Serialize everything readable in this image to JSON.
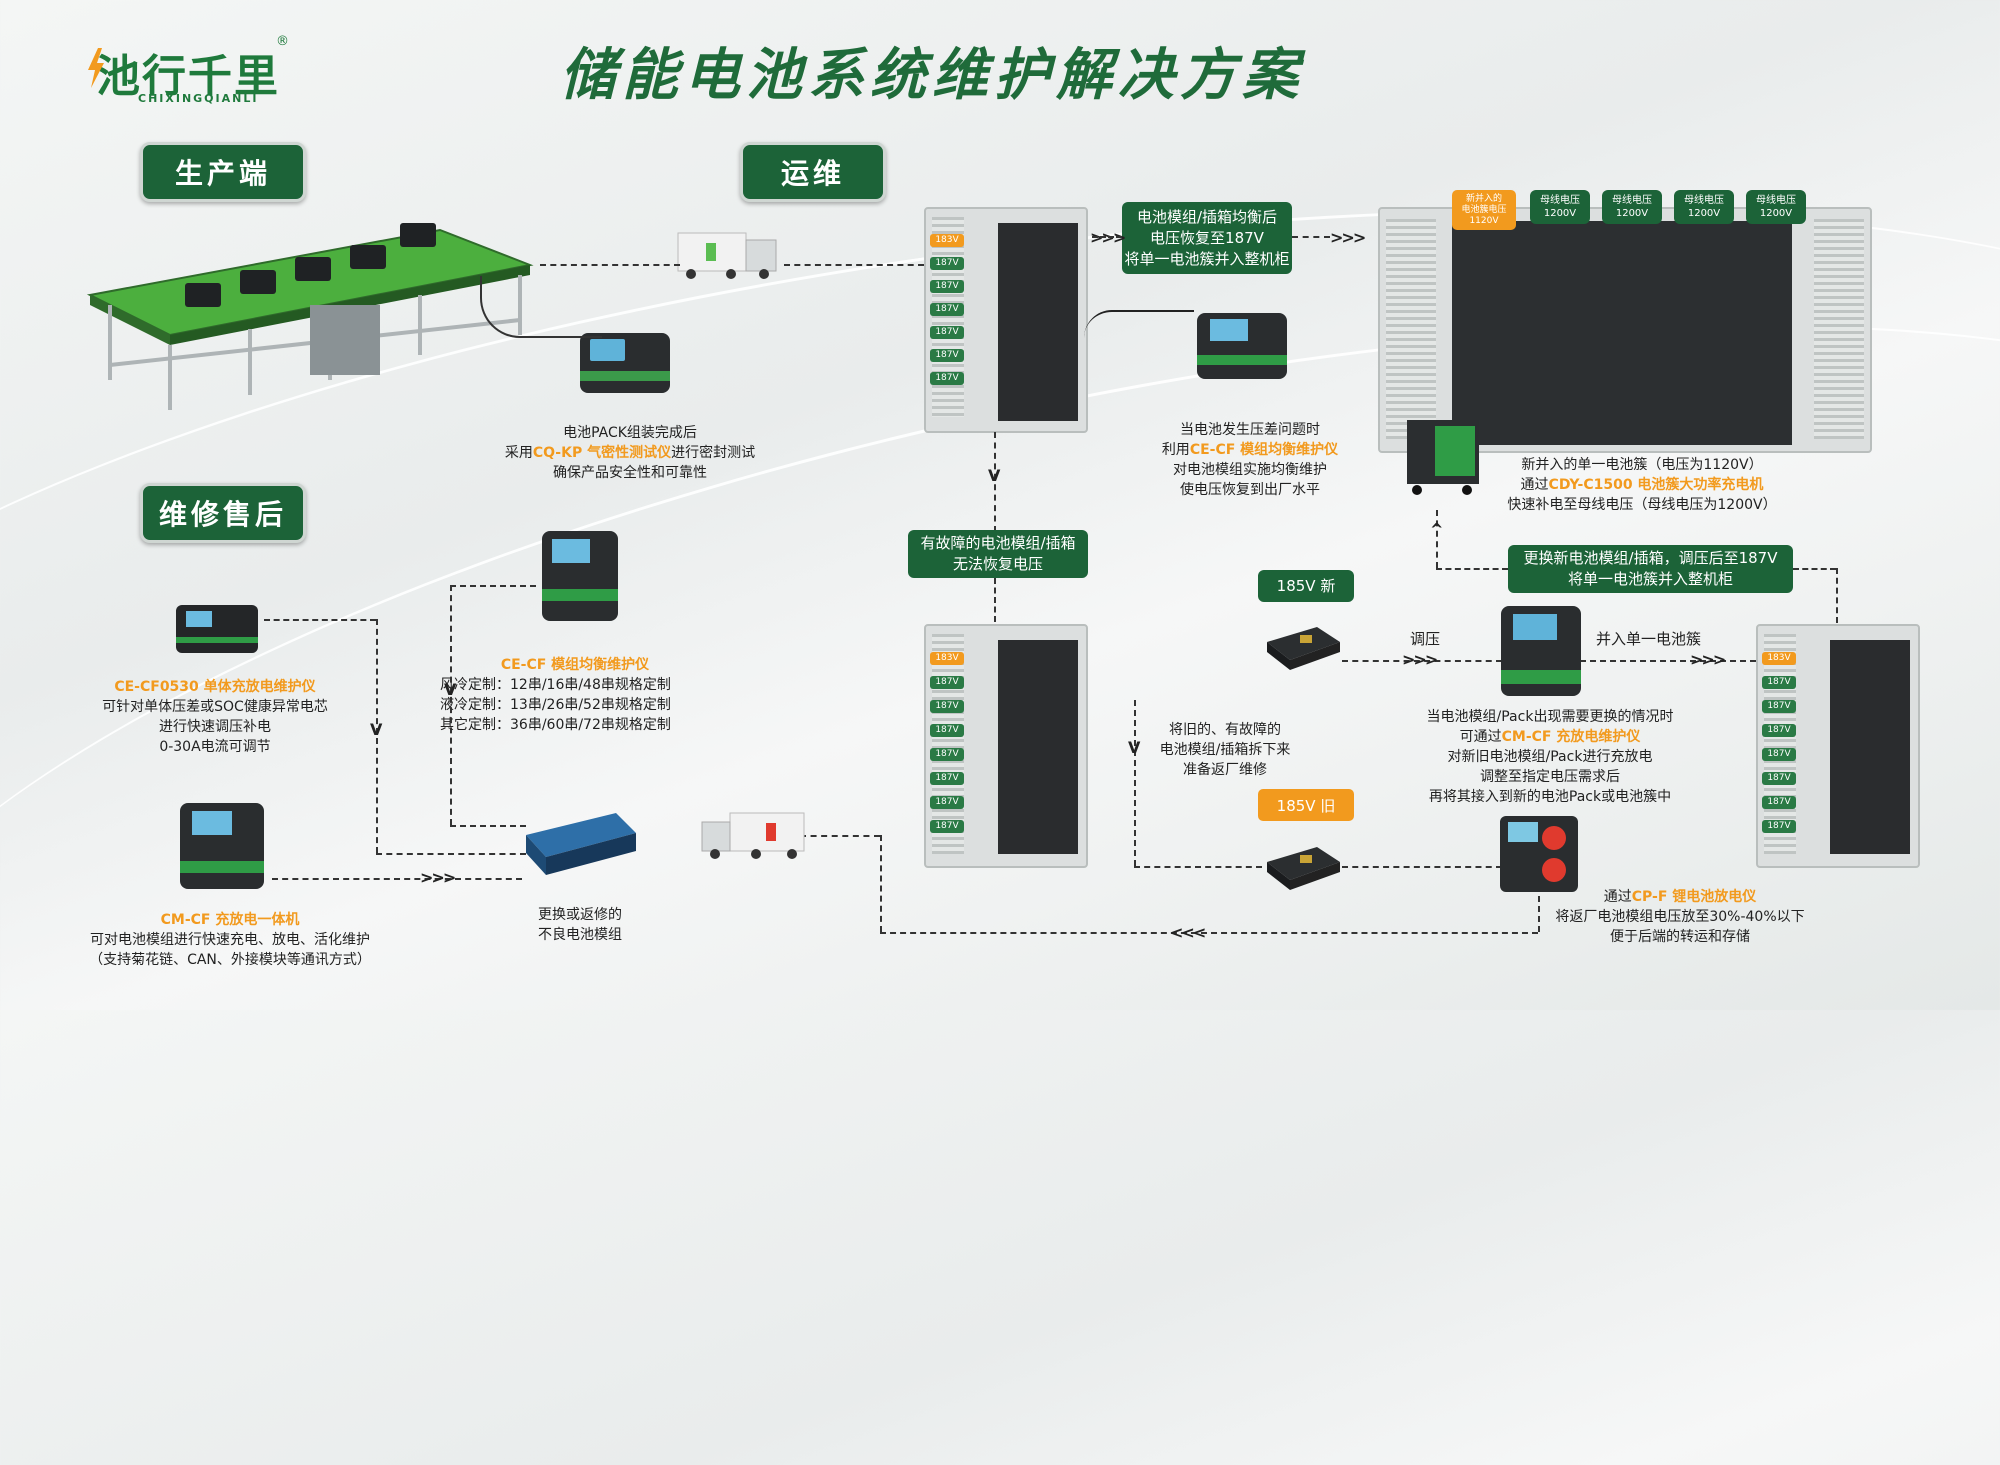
{
  "logo": {
    "main": "池行千里",
    "sub": "CHIXINGQIANLI",
    "reg": "®"
  },
  "title": "储能电池系统维护解决方案",
  "sections": {
    "production": "生产端",
    "om": "运维",
    "aftersales": "维修售后"
  },
  "production": {
    "desc_l1": "电池PACK组装完成后",
    "desc_l2_pre": "采用",
    "desc_l2_hl": "CQ-KP 气密性测试仪",
    "desc_l2_post": "进行密封测试",
    "desc_l3": "确保产品安全性和可靠性"
  },
  "om_top_box": {
    "l1": "电池模组/插箱均衡后",
    "l2": "电压恢复至187V",
    "l3": "将单一电池簇并入整机柜"
  },
  "om_ce_cf": {
    "l1": "当电池发生压差问题时",
    "l2_pre": "利用",
    "l2_hl": "CE-CF 模组均衡维护仪",
    "l3": "对电池模组实施均衡维护",
    "l4": "使电压恢复到出厂水平"
  },
  "big_cabinet": {
    "labels": [
      "新并入的\n电池簇电压\n1120V",
      "母线电压\n1200V",
      "母线电压\n1200V",
      "母线电压\n1200V",
      "母线电压\n1200V"
    ]
  },
  "cdy": {
    "l1": "新并入的单一电池簇（电压为1120V）",
    "l2_pre": "通过",
    "l2_hl": "CDY-C1500 电池簇大功率充电机",
    "l3": "快速补电至母线电压（母线电压为1200V）"
  },
  "fault_box": {
    "l1": "有故障的电池模组/插箱",
    "l2": "无法恢复电压"
  },
  "replace_box": {
    "l1": "更换新电池模组/插箱，调压后至187V",
    "l2": "将单一电池簇并入整机柜"
  },
  "new_tag": "185V 新",
  "old_tag": "185V 旧",
  "adjust_label": "调压",
  "merge_label": "并入单一电池簇",
  "remove_desc": {
    "l1": "将旧的、有故障的",
    "l2": "电池模组/插箱拆下来",
    "l3": "准备返厂维修"
  },
  "pack_desc": {
    "l1": "当电池模组/Pack出现需要更换的情况时",
    "l2_pre": "可通过",
    "l2_hl": "CM-CF 充放电维护仪",
    "l3": "对新旧电池模组/Pack进行充放电",
    "l4": "调整至指定电压需求后",
    "l5": "再将其接入到新的电池Pack或电池簇中"
  },
  "cpf_desc": {
    "l1_pre": "通过",
    "l1_hl": "CP-F 锂电池放电仪",
    "l2": "将返厂电池模组电压放至30%-40%以下",
    "l3": "便于后端的转运和存储"
  },
  "ce_cf0530": {
    "name": "CE-CF0530 单体充放电维护仪",
    "l1": "可针对单体压差或SOC健康异常电芯",
    "l2": "进行快速调压补电",
    "l3": "0-30A电流可调节"
  },
  "ce_cf_mod": {
    "name": "CE-CF 模组均衡维护仪",
    "l1": "风冷定制：12串/16串/48串规格定制",
    "l2": "液冷定制：13串/26串/52串规格定制",
    "l3": "其它定制：36串/60串/72串规格定制"
  },
  "cm_cf": {
    "name": "CM-CF 充放电一体机",
    "l1": "可对电池模组进行快速充电、放电、活化维护",
    "l2": "（支持菊花链、CAN、外接模块等通讯方式）"
  },
  "bad_module": {
    "l1": "更换或返修的",
    "l2": "不良电池模组"
  },
  "volt_tags": {
    "high": "183V",
    "normal": "187V"
  },
  "arrows": {
    "right": ">>>",
    "left": "<<<",
    "down": "V"
  },
  "colors": {
    "brand_green": "#1c6338",
    "accent_orange": "#f29a1e"
  }
}
